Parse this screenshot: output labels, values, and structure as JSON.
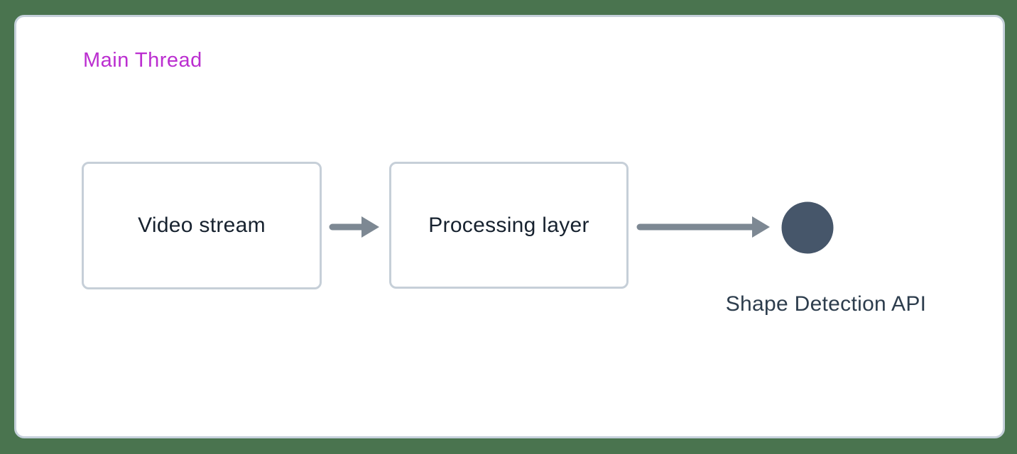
{
  "window": {
    "background_color": "#4a744f",
    "panel": {
      "background_color": "#ffffff",
      "border_color": "#c5d0db"
    }
  },
  "diagram": {
    "title": "Main Thread",
    "title_color": "#bb2ed0",
    "nodes": [
      {
        "label": "Video stream"
      },
      {
        "label": "Processing layer"
      }
    ],
    "node_border_color": "#c6cfd8",
    "node_text_color": "#17222f",
    "arrow_color": "#7d8893",
    "terminal": {
      "shape": "circle",
      "fill": "#46566a",
      "label": "Shape Detection API"
    },
    "caption_color": "#2d3d4d"
  }
}
